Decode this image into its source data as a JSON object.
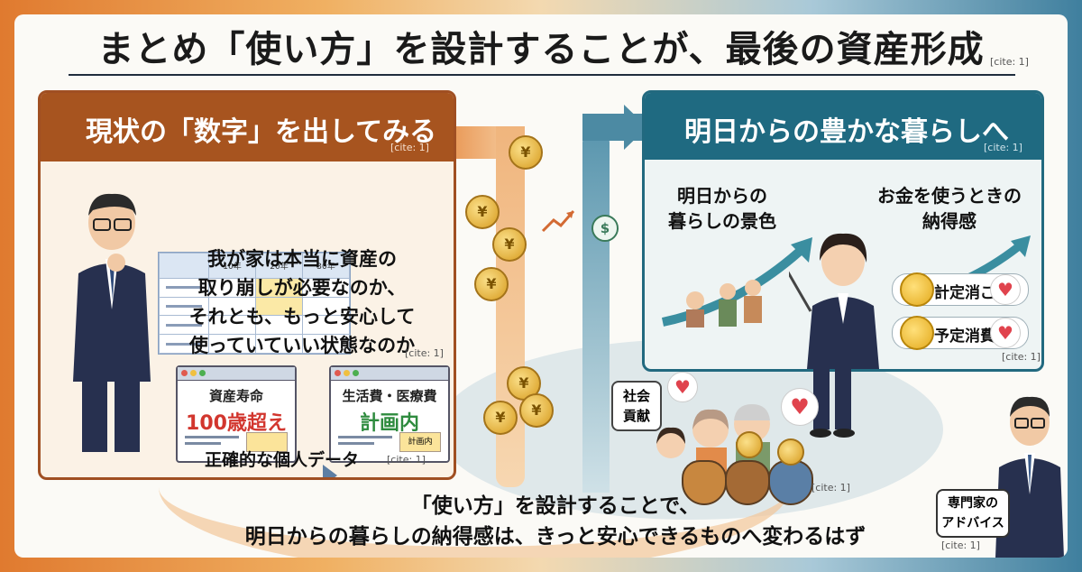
{
  "title": "まとめ「使い方」を設計することが、最後の資産形成",
  "cite": "[cite: 1]",
  "left_panel": {
    "header": "現状の「数字」を出してみる",
    "grid_headers": [
      "10年",
      "20年",
      "30年"
    ],
    "quote_lines": [
      "我が家は本当に資産の",
      "取り崩しが必要なのか、",
      "それとも、もっと安心して",
      "使っていていい状態なのか"
    ],
    "card_asset": {
      "label": "資産寿命",
      "value": "100歳超え"
    },
    "card_living": {
      "label": "生活費・医療費",
      "value": "計画内",
      "mini": "計画内"
    },
    "caption": "正確的な個人データ"
  },
  "right_panel": {
    "header": "明日からの豊かな暮らしへ",
    "sub_left": [
      "明日からの",
      "暮らしの景色"
    ],
    "sub_right": [
      "お金を使うときの",
      "納得感"
    ],
    "pill_1": "計定消ご",
    "pill_2": "予定消費"
  },
  "social_bubble": [
    "社会",
    "貢献"
  ],
  "advice_bubble": [
    "専門家の",
    "アドバイス"
  ],
  "bottom_lines": [
    "「使い方」を設計することで、",
    "明日からの暮らしの納得感は、きっと安心できるものへ変わるはず"
  ],
  "coin_symbol": "¥",
  "dollar_symbol": "$",
  "colors": {
    "left_header": "#a7541f",
    "right_header": "#1f6a81",
    "accent_red": "#d2362e",
    "accent_green": "#2e8b3e"
  }
}
